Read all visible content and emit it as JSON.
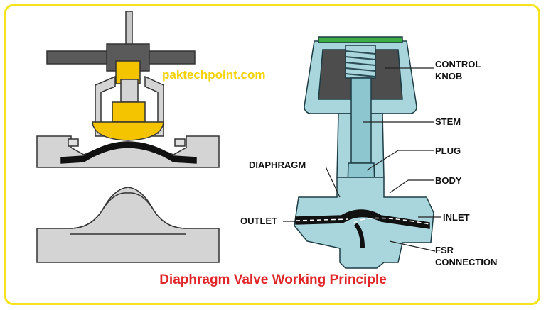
{
  "watermark": "paktechpoint.com",
  "caption": "Diaphragm Valve Working Principle",
  "labels": {
    "control_knob": "CONTROL\nKNOB",
    "stem": "STEM",
    "plug": "PLUG",
    "diaphragm": "DIAPHRAGM",
    "body": "BODY",
    "outlet": "OUTLET",
    "inlet": "INLET",
    "fsr_connection": "FSR\nCONNECTION"
  },
  "colors": {
    "border": "#f5e31b",
    "watermark": "#f5d200",
    "caption": "#e0262a",
    "valve_body_left": "#d4d4d4",
    "valve_body_right": "#a9d5dd",
    "handwheel": "#5a5a5a",
    "compressor": "#f5c400",
    "diaphragm": "#111111",
    "knob_cap": "#3cae45"
  }
}
